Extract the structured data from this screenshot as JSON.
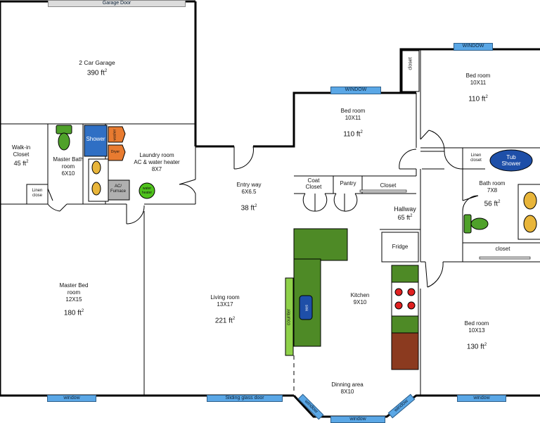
{
  "garage_door": "Garage Door",
  "rooms": {
    "garage": {
      "name": "2 Car Garage",
      "area": "390 ft",
      "sup": "2"
    },
    "walkin": {
      "name1": "Walk-in",
      "name2": "Closet",
      "area": "45 ft",
      "sup": "2"
    },
    "master_bath": {
      "name1": "Master Bath",
      "name2": "room",
      "dim": "6X10"
    },
    "laundry": {
      "name1": "Laundry room",
      "name2": "AC & water heater",
      "dim": "8X7"
    },
    "bed_center": {
      "name": "Bed room",
      "dim": "10X11",
      "area": "110 ft",
      "sup": "2"
    },
    "bed_ne": {
      "name": "Bed room",
      "dim": "10X11",
      "area": "110 ft",
      "sup": "2"
    },
    "entry": {
      "name": "Entry way",
      "dim": "6X6.5",
      "area": "38 ft",
      "sup": "2"
    },
    "bath": {
      "name": "Bath room",
      "dim": "7X8",
      "area": "56 ft",
      "sup": "2"
    },
    "hallway": {
      "name": "Hallway",
      "area": "65 ft",
      "sup": "2"
    },
    "master_bed": {
      "name1": "Master Bed",
      "name2": "room",
      "dim": "12X15",
      "area": "180 ft",
      "sup": "2"
    },
    "living": {
      "name": "Living room",
      "dim": "13X17",
      "area": "221 ft",
      "sup": "2"
    },
    "kitchen": {
      "name": "Kitchen",
      "dim": "9X10"
    },
    "bed_se": {
      "name": "Bed room",
      "dim": "10X13",
      "area": "130 ft",
      "sup": "2"
    },
    "dining": {
      "name": "Dinning area",
      "dim": "8X10"
    }
  },
  "fixtures": {
    "shower": "Shower",
    "washer": "washer",
    "dryer": "Dryer",
    "ac1": "AC/",
    "ac2": "Furnace",
    "water_heater1": "water",
    "water_heater2": "heater",
    "linen_close1": "Linen",
    "linen_close2": "close",
    "linen_closet1": "Linen",
    "linen_closet2": "closet",
    "tub1": "Tub",
    "tub2": "Shower",
    "coat1": "Coat",
    "coat2": "Closet",
    "pantry": "Pantry",
    "closet_center": "Closet",
    "closet_ne": "closet",
    "closet_bath": "closet",
    "fridge": "Fridge",
    "counter": "counter",
    "sink": "sink"
  },
  "windows": {
    "top_ne": "WINDOW",
    "top_center": "WINDOW",
    "bottom_left": "window",
    "sliding": "Sliding glass door",
    "bay_left": "window",
    "bay_bottom": "window",
    "bay_right": "window",
    "bottom_right": "window"
  },
  "colors": {
    "wall": "#000000",
    "window": "#5aa7e6",
    "shower": "#2f6fc4",
    "washer_dryer": "#e87b30",
    "ac_furnace": "#b0b0b0",
    "water_heater": "#4fc21c",
    "island": "#4e8a26",
    "counter": "#8fd14a",
    "sink_basin": "#e8b53a",
    "toilet": "#4fa12a",
    "tub": "#1e4fa8",
    "stove_burner": "#e02020",
    "wood": "#8b3a1f"
  }
}
